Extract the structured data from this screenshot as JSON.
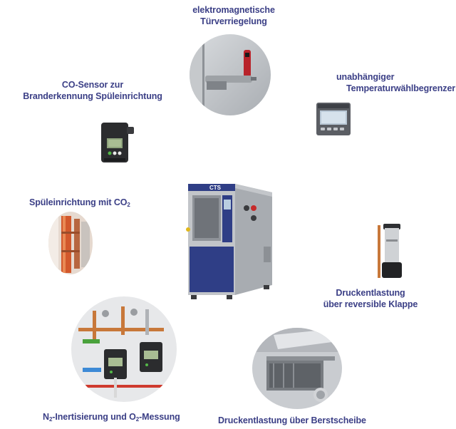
{
  "labels": {
    "door_lock": [
      "elektromagnetische",
      "Türverriegelung"
    ],
    "co_sensor": [
      "CO-Sensor zur",
      "Branderkennung Spüleinrichtung"
    ],
    "temp_limiter": [
      "unabhängiger",
      "Temperaturwählbegrenzer"
    ],
    "purge": {
      "text": "Spüleinrichtung mit CO",
      "sub": "2"
    },
    "pressure_flap": [
      "Druckentlastung",
      "über reversible Klappe"
    ],
    "n2": {
      "a": "N",
      "sub1": "2",
      "b": "-Inertisierung und O",
      "sub2": "2",
      "c": "-Messung"
    },
    "burst_disc": "Druckentlastung über Berstscheibe"
  },
  "devices": {
    "chamber_brand": "CTS"
  },
  "colors": {
    "label": "#3b3f86",
    "chamber_blue": "#2f3e86",
    "chamber_grey": "#b9bcc1"
  }
}
